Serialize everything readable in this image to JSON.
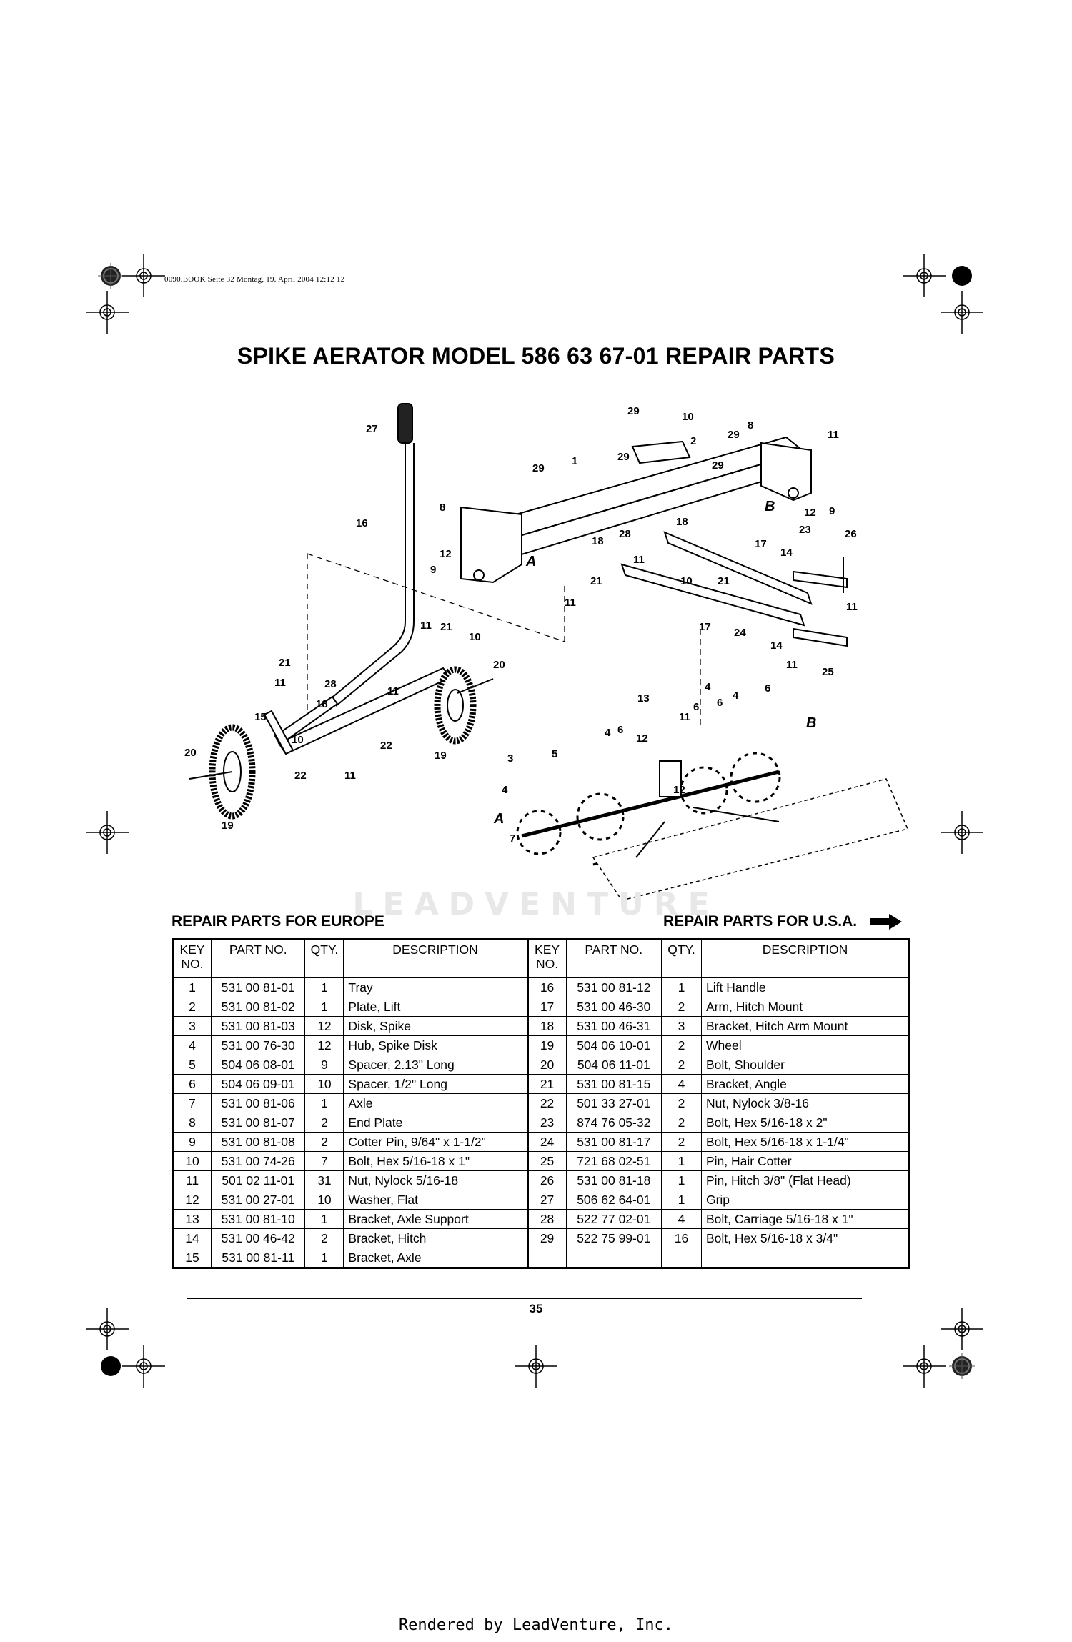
{
  "header_note": "0090.BOOK  Seite 32  Montag, 19. April 2004  12:12 12",
  "title": "SPIKE AERATOR MODEL 586 63 67-01 REPAIR PARTS",
  "watermark": "LEADVENTURE",
  "sections": {
    "left": "REPAIR PARTS FOR EUROPE",
    "right": "REPAIR PARTS FOR U.S.A."
  },
  "table": {
    "headers": {
      "key_line1": "KEY",
      "key_line2": "NO.",
      "part_no": "PART NO.",
      "qty": "QTY.",
      "description": "DESCRIPTION"
    },
    "left_rows": [
      {
        "key": "1",
        "part": "531 00 81-01",
        "qty": "1",
        "desc": "Tray"
      },
      {
        "key": "2",
        "part": "531 00 81-02",
        "qty": "1",
        "desc": "Plate, Lift"
      },
      {
        "key": "3",
        "part": "531 00 81-03",
        "qty": "12",
        "desc": "Disk, Spike"
      },
      {
        "key": "4",
        "part": "531 00 76-30",
        "qty": "12",
        "desc": "Hub, Spike Disk"
      },
      {
        "key": "5",
        "part": "504 06 08-01",
        "qty": "9",
        "desc": "Spacer, 2.13\" Long"
      },
      {
        "key": "6",
        "part": "504 06 09-01",
        "qty": "10",
        "desc": "Spacer, 1/2\" Long"
      },
      {
        "key": "7",
        "part": "531 00 81-06",
        "qty": "1",
        "desc": "Axle"
      },
      {
        "key": "8",
        "part": "531 00 81-07",
        "qty": "2",
        "desc": "End Plate"
      },
      {
        "key": "9",
        "part": "531 00 81-08",
        "qty": "2",
        "desc": "Cotter Pin, 9/64\" x 1-1/2\""
      },
      {
        "key": "10",
        "part": "531 00 74-26",
        "qty": "7",
        "desc": "Bolt, Hex 5/16-18 x 1\""
      },
      {
        "key": "11",
        "part": "501 02 11-01",
        "qty": "31",
        "desc": "Nut, Nylock 5/16-18"
      },
      {
        "key": "12",
        "part": "531 00 27-01",
        "qty": "10",
        "desc": "Washer, Flat"
      },
      {
        "key": "13",
        "part": "531 00 81-10",
        "qty": "1",
        "desc": "Bracket, Axle Support"
      },
      {
        "key": "14",
        "part": "531 00 46-42",
        "qty": "2",
        "desc": "Bracket, Hitch"
      },
      {
        "key": "15",
        "part": "531 00 81-11",
        "qty": "1",
        "desc": "Bracket, Axle"
      }
    ],
    "right_rows": [
      {
        "key": "16",
        "part": "531 00 81-12",
        "qty": "1",
        "desc": "Lift Handle"
      },
      {
        "key": "17",
        "part": "531 00 46-30",
        "qty": "2",
        "desc": "Arm, Hitch Mount"
      },
      {
        "key": "18",
        "part": "531 00 46-31",
        "qty": "3",
        "desc": "Bracket, Hitch Arm Mount"
      },
      {
        "key": "19",
        "part": "504 06 10-01",
        "qty": "2",
        "desc": "Wheel"
      },
      {
        "key": "20",
        "part": "504 06 11-01",
        "qty": "2",
        "desc": "Bolt, Shoulder"
      },
      {
        "key": "21",
        "part": "531 00 81-15",
        "qty": "4",
        "desc": "Bracket, Angle"
      },
      {
        "key": "22",
        "part": "501 33 27-01",
        "qty": "2",
        "desc": "Nut, Nylock 3/8-16"
      },
      {
        "key": "23",
        "part": "874 76 05-32",
        "qty": "2",
        "desc": "Bolt, Hex 5/16-18 x 2\""
      },
      {
        "key": "24",
        "part": "531 00 81-17",
        "qty": "2",
        "desc": "Bolt, Hex 5/16-18 x 1-1/4\""
      },
      {
        "key": "25",
        "part": "721 68 02-51",
        "qty": "1",
        "desc": "Pin, Hair Cotter"
      },
      {
        "key": "26",
        "part": "531 00 81-18",
        "qty": "1",
        "desc": "Pin, Hitch 3/8\" (Flat Head)"
      },
      {
        "key": "27",
        "part": "506 62 64-01",
        "qty": "1",
        "desc": "Grip"
      },
      {
        "key": "28",
        "part": "522 77 02-01",
        "qty": "4",
        "desc": "Bolt, Carriage 5/16-18 x 1\""
      },
      {
        "key": "29",
        "part": "522 75 99-01",
        "qty": "16",
        "desc": "Bolt, Hex 5/16-18 x 3/4\""
      },
      {
        "key": "",
        "part": "",
        "qty": "",
        "desc": ""
      }
    ]
  },
  "diagram_labels": {
    "l27": "27",
    "l16": "16",
    "l8a": "8",
    "l12a": "12",
    "l9a": "9",
    "lA1": "A",
    "l29a": "29",
    "l1": "1",
    "l29b": "29",
    "l29c": "29",
    "l10a": "10",
    "l2": "2",
    "l29d": "29",
    "l29e": "29",
    "l8b": "8",
    "l11a": "11",
    "lB1": "B",
    "l12b": "12",
    "l9b": "9",
    "l18a": "18",
    "l18b": "18",
    "l28a": "28",
    "l11b": "11",
    "l17a": "17",
    "l14a": "14",
    "l23": "23",
    "l26": "26",
    "l21a": "21",
    "l10b": "10",
    "l21b": "21",
    "l11c": "11",
    "l11d": "11",
    "l17b": "17",
    "l24": "24",
    "l14b": "14",
    "l11e": "11",
    "l25": "25",
    "l11f": "11",
    "l21c": "21",
    "l10c": "10",
    "l21d": "21",
    "l20a": "20",
    "l11g": "11",
    "l28b": "28",
    "l18c": "18",
    "l11h": "11",
    "l15": "15",
    "l10d": "10",
    "l22a": "22",
    "l19a": "19",
    "l20b": "20",
    "l22b": "22",
    "l11i": "11",
    "l19b": "19",
    "l13": "13",
    "l11j": "11",
    "l6a": "6",
    "l4a": "4",
    "l6b": "6",
    "l4b": "4",
    "l6c": "6",
    "lB2": "B",
    "l4c": "4",
    "l6d": "6",
    "l12c": "12",
    "l12d": "12",
    "l3": "3",
    "l5": "5",
    "l4d": "4",
    "lA2": "A",
    "l7": "7"
  },
  "page_number": "35",
  "footer": "Rendered by LeadVenture, Inc."
}
